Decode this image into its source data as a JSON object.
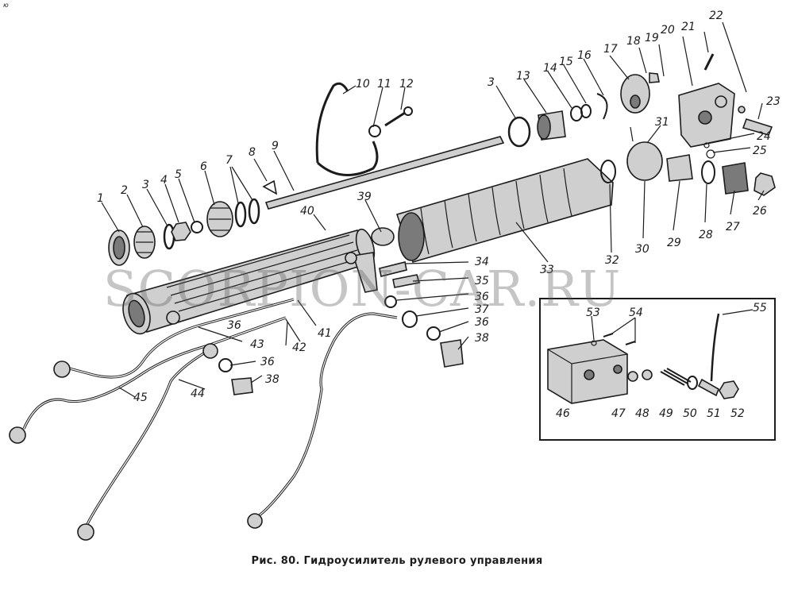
{
  "caption": "Рис. 80. Гидроусилитель рулевого управления",
  "corner_mark": "ю",
  "watermark": "SCORPION-CAR.RU",
  "labels": [
    "1",
    "2",
    "3",
    "4",
    "5",
    "6",
    "7",
    "8",
    "9",
    "10",
    "11",
    "12",
    "3",
    "13",
    "14",
    "15",
    "16",
    "17",
    "18",
    "19",
    "20",
    "21",
    "22",
    "23",
    "24",
    "25",
    "26",
    "27",
    "28",
    "29",
    "30",
    "31",
    "32",
    "33",
    "34",
    "35",
    "36",
    "37",
    "36",
    "38",
    "39",
    "40",
    "41",
    "42",
    "43",
    "36",
    "38",
    "44",
    "45",
    "46",
    "47",
    "48",
    "49",
    "50",
    "51",
    "52",
    "53",
    "54",
    "55",
    "36"
  ]
}
